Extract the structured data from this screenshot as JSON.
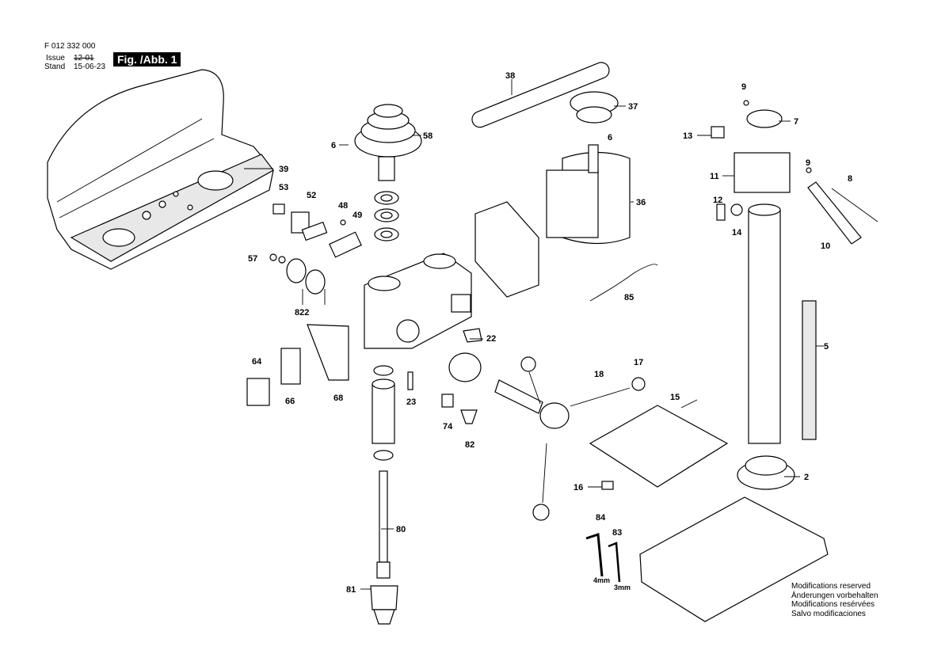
{
  "header": {
    "doc_number": "F 012 332 000",
    "issue_label": "Issue",
    "issue_value": "12-01",
    "stand_label": "Stand",
    "stand_value": "15-06-23",
    "figure_label": "Fig. /Abb. 1"
  },
  "part_labels": {
    "p2": "2",
    "p5": "5",
    "p6a": "6",
    "p6b": "6",
    "p7": "7",
    "p8": "8",
    "p9a": "9",
    "p9b": "9",
    "p10": "10",
    "p11": "11",
    "p12": "12",
    "p13": "13",
    "p14": "14",
    "p15": "15",
    "p16": "16",
    "p17": "17",
    "p18": "18",
    "p22": "22",
    "p23": "23",
    "p36": "36",
    "p37": "37",
    "p38": "38",
    "p39": "39",
    "p48": "48",
    "p49": "49",
    "p52": "52",
    "p53": "53",
    "p57": "57",
    "p58": "58",
    "p64": "64",
    "p66": "66",
    "p68": "68",
    "p74": "74",
    "p80": "80",
    "p81": "81",
    "p82": "82",
    "p83": "83",
    "p84": "84",
    "p85": "85",
    "p822": "822"
  },
  "dimensions": {
    "d4": "4mm",
    "d3": "3mm"
  },
  "notes": [
    "Modifications reserved",
    "Änderungen vorbehalten",
    "Modifications resérvées",
    "Salvo modificaciones"
  ]
}
